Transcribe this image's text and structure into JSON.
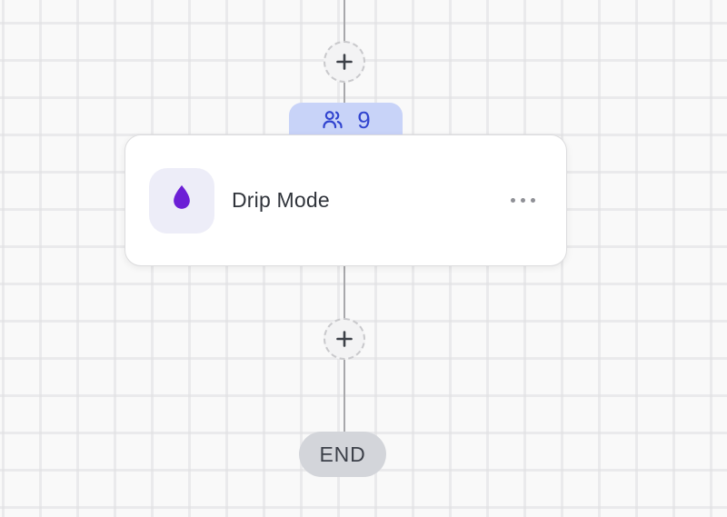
{
  "canvas": {
    "background_color": "#f9f9f9",
    "grid_color": "#e4e4e7",
    "connector_color": "#a8a8ab"
  },
  "workflow": {
    "add_step_top": {
      "icon": "plus-icon"
    },
    "add_step_bottom": {
      "icon": "plus-icon"
    },
    "audience_badge": {
      "icon": "users-icon",
      "count": "9",
      "background_color": "#c8d3f8",
      "text_color": "#3144cf"
    },
    "step_card": {
      "title": "Drip Mode",
      "icon": "droplet-icon",
      "icon_color": "#6c1fd6",
      "icon_background": "#ededf8",
      "menu_icon": "ellipsis-icon"
    },
    "end_node": {
      "label": "END",
      "background_color": "#d3d5da",
      "text_color": "#3c4049"
    }
  }
}
